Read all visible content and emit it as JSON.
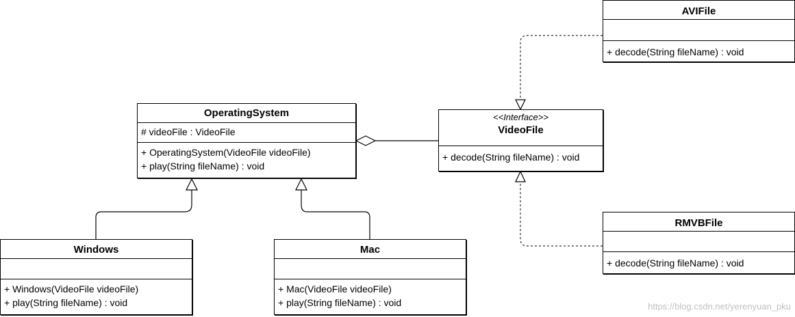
{
  "classes": {
    "operating_system": {
      "name": "OperatingSystem",
      "attributes": [
        "# videoFile : VideoFile"
      ],
      "operations": [
        "+ OperatingSystem(VideoFile videoFile)",
        "+ play(String fileName) : void"
      ]
    },
    "windows": {
      "name": "Windows",
      "operations": [
        "+ Windows(VideoFile videoFile)",
        "+ play(String fileName) : void"
      ]
    },
    "mac": {
      "name": "Mac",
      "operations": [
        "+ Mac(VideoFile videoFile)",
        "+ play(String fileName) : void"
      ]
    },
    "video_file": {
      "stereotype": "<<Interface>>",
      "name": "VideoFile",
      "operations": [
        "+ decode(String fileName) : void"
      ]
    },
    "avi_file": {
      "name": "AVIFile",
      "operations": [
        "+ decode(String fileName) : void"
      ]
    },
    "rmvb_file": {
      "name": "RMVBFile",
      "operations": [
        "+ decode(String fileName) : void"
      ]
    }
  },
  "watermark": "https://blog.csdn.net/yerenyuan_pku"
}
